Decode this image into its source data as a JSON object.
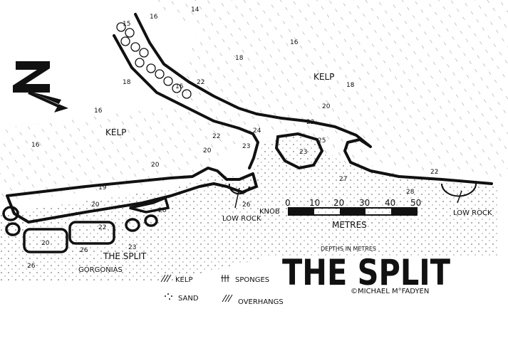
{
  "title": "THE SPLIT",
  "subtitle": "DEPTHS IN METRES",
  "credit": "©MICHAEL M°FADYEN",
  "scale": {
    "unit_label": "METRES",
    "ticks": [
      "0",
      "10",
      "20",
      "30",
      "40",
      "50"
    ]
  },
  "labels": {
    "kelp_1": "KELP",
    "kelp_2": "KELP",
    "the_split": "THE SPLIT",
    "gorgonias": "GORGONIAS",
    "knob": "KNOB",
    "low_rock_1": "LOW ROCK",
    "low_rock_2": "LOW ROCK"
  },
  "legend": {
    "kelp": "KELP",
    "sponges": "SPONGES",
    "sand": "SAND",
    "overhangs": "OVERHANGS"
  },
  "depths": [
    "14",
    "16",
    "16",
    "15",
    "18",
    "18",
    "16",
    "18",
    "22",
    "20",
    "22",
    "22",
    "24",
    "25",
    "23",
    "23",
    "20",
    "16",
    "16",
    "20",
    "19",
    "20",
    "22",
    "26",
    "23",
    "26",
    "26",
    "20",
    "26",
    "27",
    "28",
    "22"
  ],
  "icons": {
    "north": "north-arrow-icon",
    "kelp": "kelp-hatching-icon",
    "sponges": "sponge-icon",
    "sand": "sand-dots-icon",
    "overhangs": "overhang-hatching-icon"
  }
}
